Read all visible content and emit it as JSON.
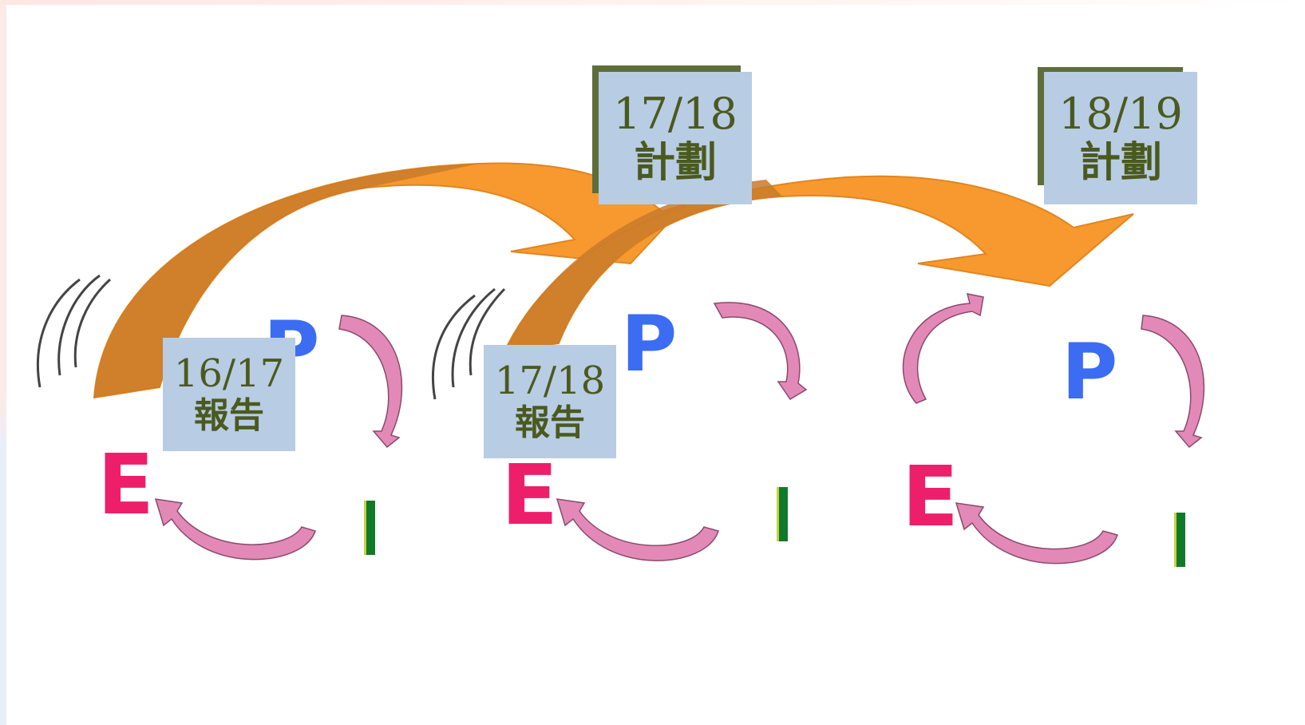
{
  "cycles": [
    {
      "p": "P",
      "e": "E",
      "i": "I"
    },
    {
      "p": "P",
      "e": "E",
      "i": "I"
    },
    {
      "p": "P",
      "e": "E",
      "i": "I"
    }
  ],
  "labels": {
    "report_1": {
      "year": "16/17",
      "word": "報告"
    },
    "report_2": {
      "year": "17/18",
      "word": "報告"
    },
    "plan_1": {
      "year": "17/18",
      "word": "計劃"
    },
    "plan_2": {
      "year": "18/19",
      "word": "計劃"
    }
  },
  "colors": {
    "big_arrow": "#f7992f",
    "big_arrow_shade": "#c97a2a",
    "small_arrow": "#e389b8",
    "label_bg": "#b8cce4",
    "label_text": "#4a5a1e",
    "p": "#3b6cf2",
    "e": "#ee1f6a",
    "i": "#0f7a2a"
  }
}
